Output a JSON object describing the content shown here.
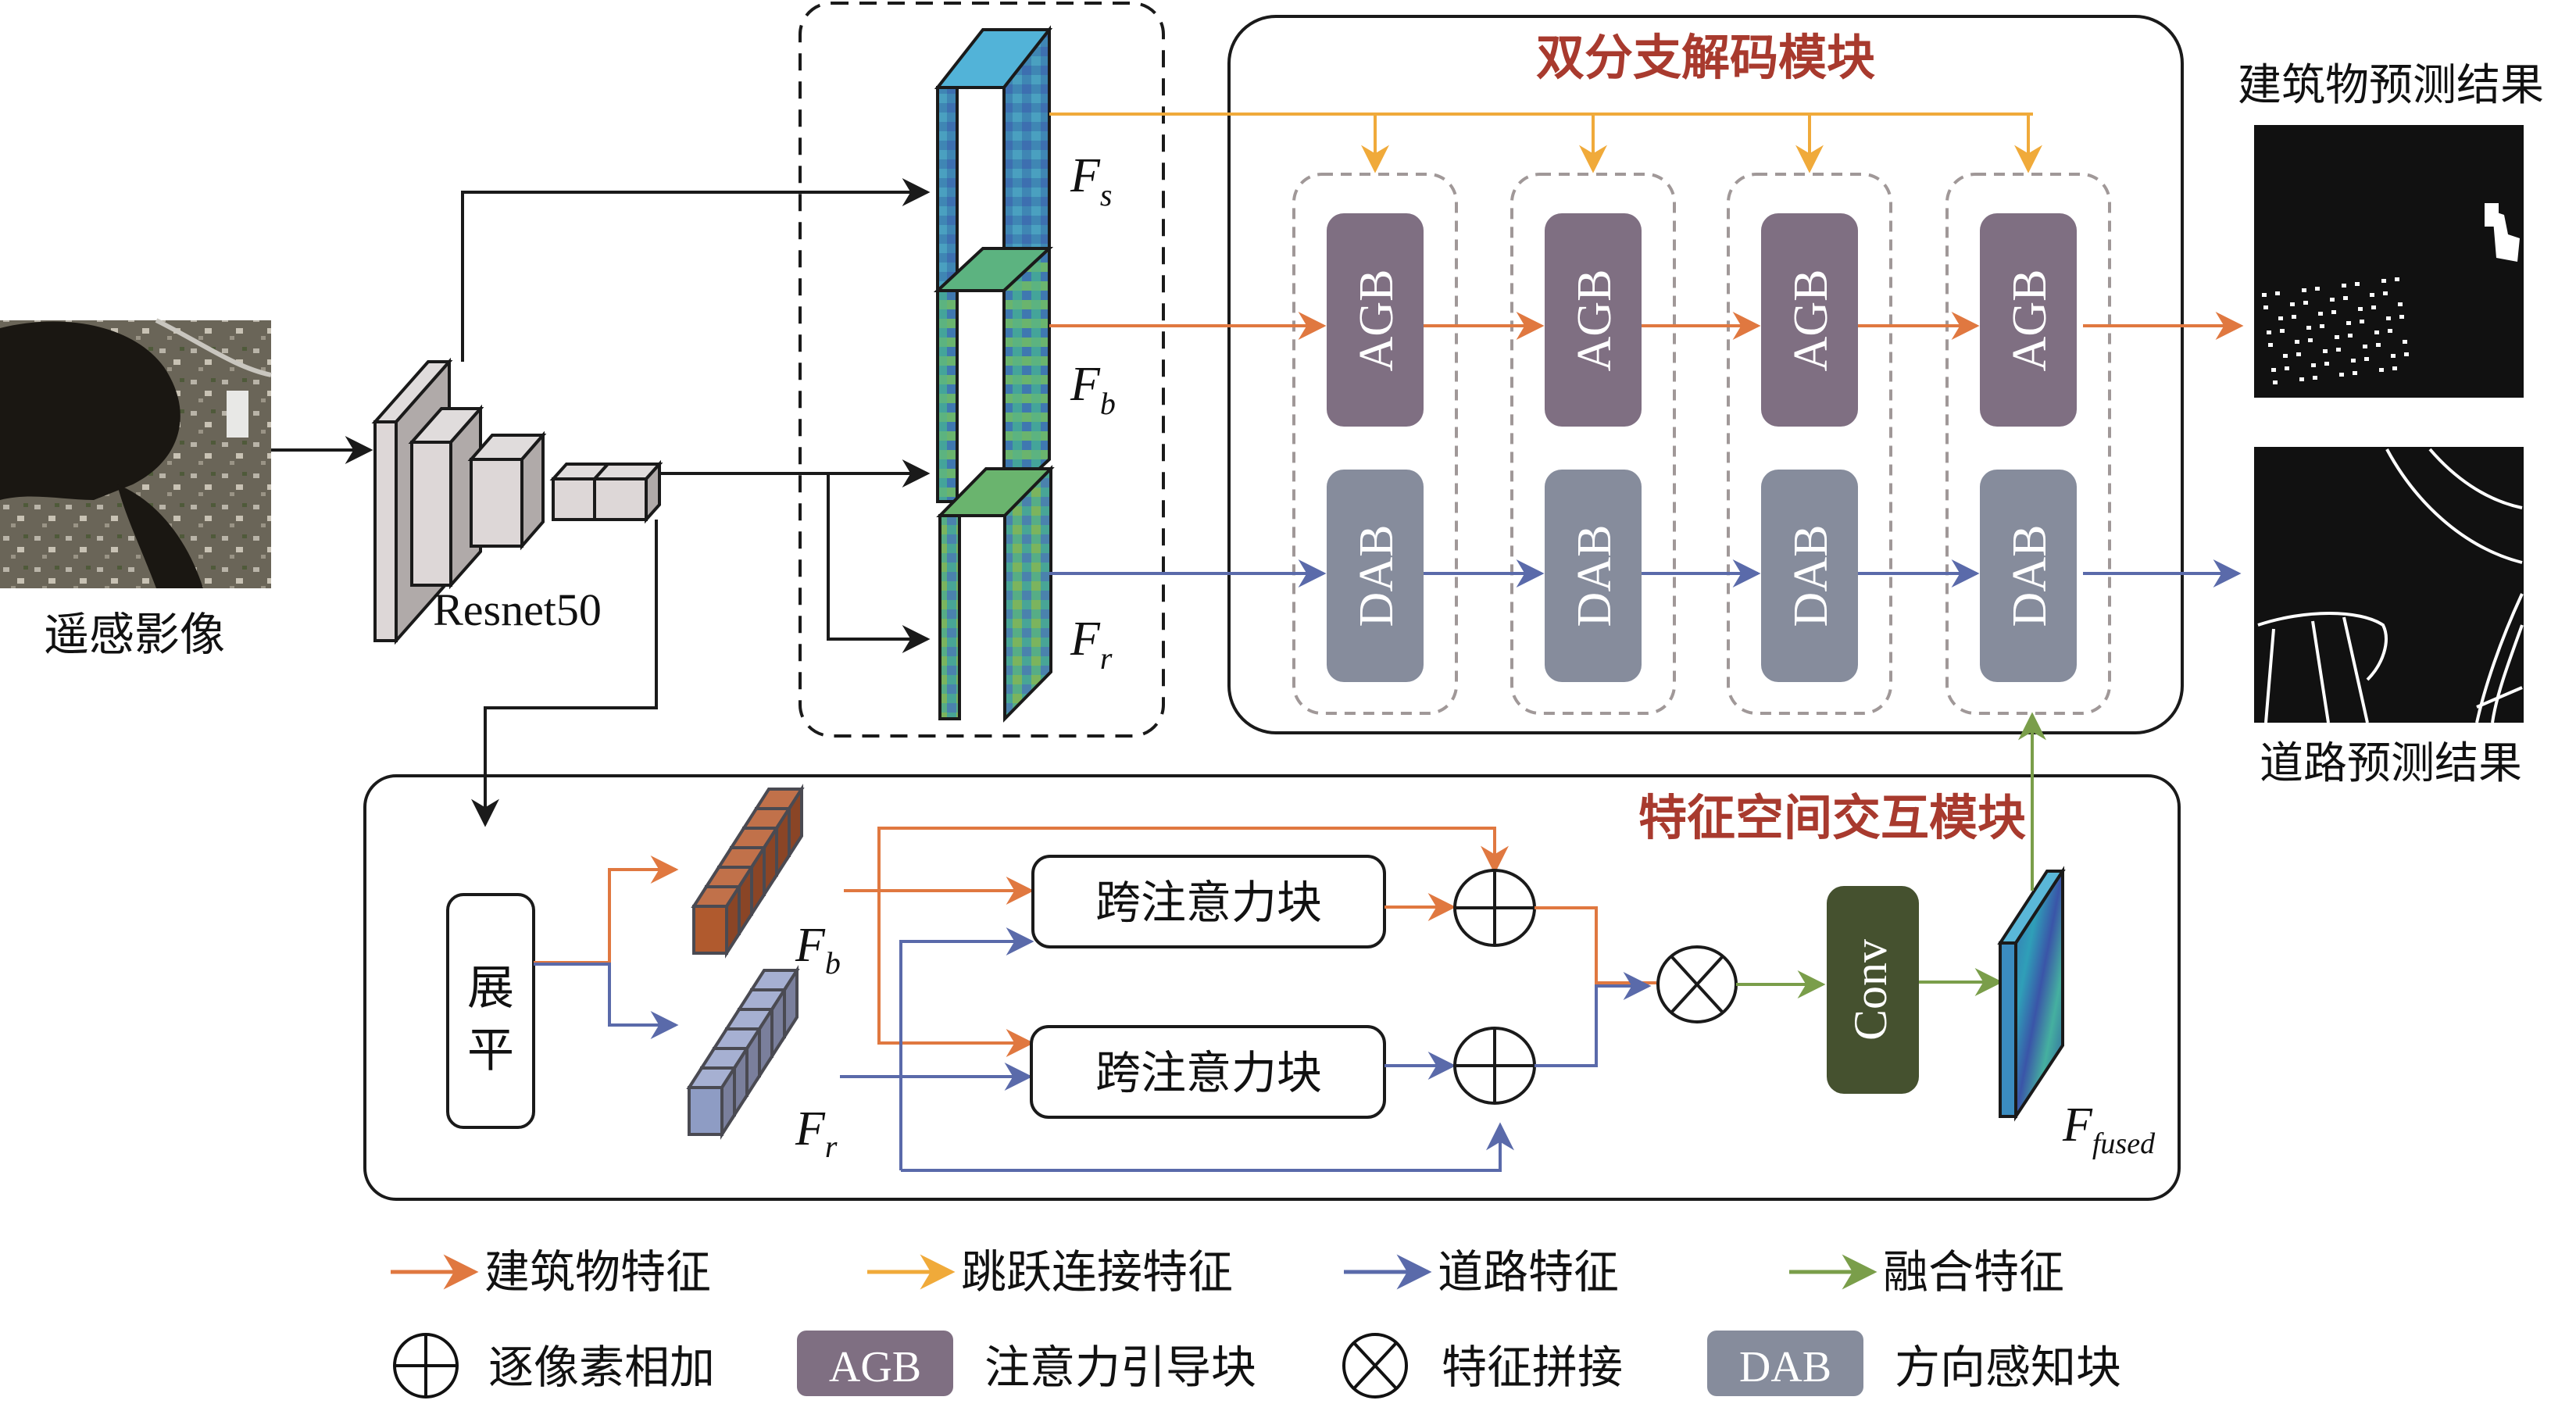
{
  "diagram": {
    "input": {
      "label": "遥感影像",
      "icon": "satellite-image"
    },
    "backbone": {
      "label": "Resnet50"
    },
    "feature_maps": [
      {
        "id": "Fs",
        "main": "F",
        "sub": "s"
      },
      {
        "id": "Fb",
        "main": "F",
        "sub": "b"
      },
      {
        "id": "Fr",
        "main": "F",
        "sub": "r"
      }
    ],
    "decoder": {
      "title": "双分支解码模块",
      "columns": 4,
      "agb_label": "AGB",
      "dab_label": "DAB"
    },
    "outputs": {
      "building_label": "建筑物预测结果",
      "road_label": "道路预测结果"
    },
    "interaction": {
      "title": "特征空间交互模块",
      "flatten_label_1": "展",
      "flatten_label_2": "平",
      "fb": {
        "main": "F",
        "sub": "b"
      },
      "fr": {
        "main": "F",
        "sub": "r"
      },
      "cross_attention_1": "跨注意力块",
      "cross_attention_2": "跨注意力块",
      "conv_label": "Conv",
      "fused": {
        "main": "F",
        "sub": "fused"
      }
    },
    "legend": {
      "row1": [
        {
          "label": "建筑物特征",
          "color": "#e07840",
          "icon": "arrow-right"
        },
        {
          "label": "跳跃连接特征",
          "color": "#f0aa3a",
          "icon": "arrow-right"
        },
        {
          "label": "道路特征",
          "color": "#5a6aaa",
          "icon": "arrow-right"
        },
        {
          "label": "融合特征",
          "color": "#7a9e4a",
          "icon": "arrow-right"
        }
      ],
      "row2": [
        {
          "label": "逐像素相加",
          "icon": "circle-plus"
        },
        {
          "label": "注意力引导块",
          "badge": "AGB",
          "color": "#7f6f82"
        },
        {
          "label": "特征拼接",
          "icon": "circle-times"
        },
        {
          "label": "方向感知块",
          "badge": "DAB",
          "color": "#868c9c"
        }
      ]
    },
    "colors": {
      "building": "#e07840",
      "skip": "#f0aa3a",
      "road": "#5a6aaa",
      "fused": "#7a9e4a",
      "agb": "#7f6f82",
      "dab": "#868c9c",
      "conv": "#45512f",
      "title": "#a83a2e"
    }
  }
}
